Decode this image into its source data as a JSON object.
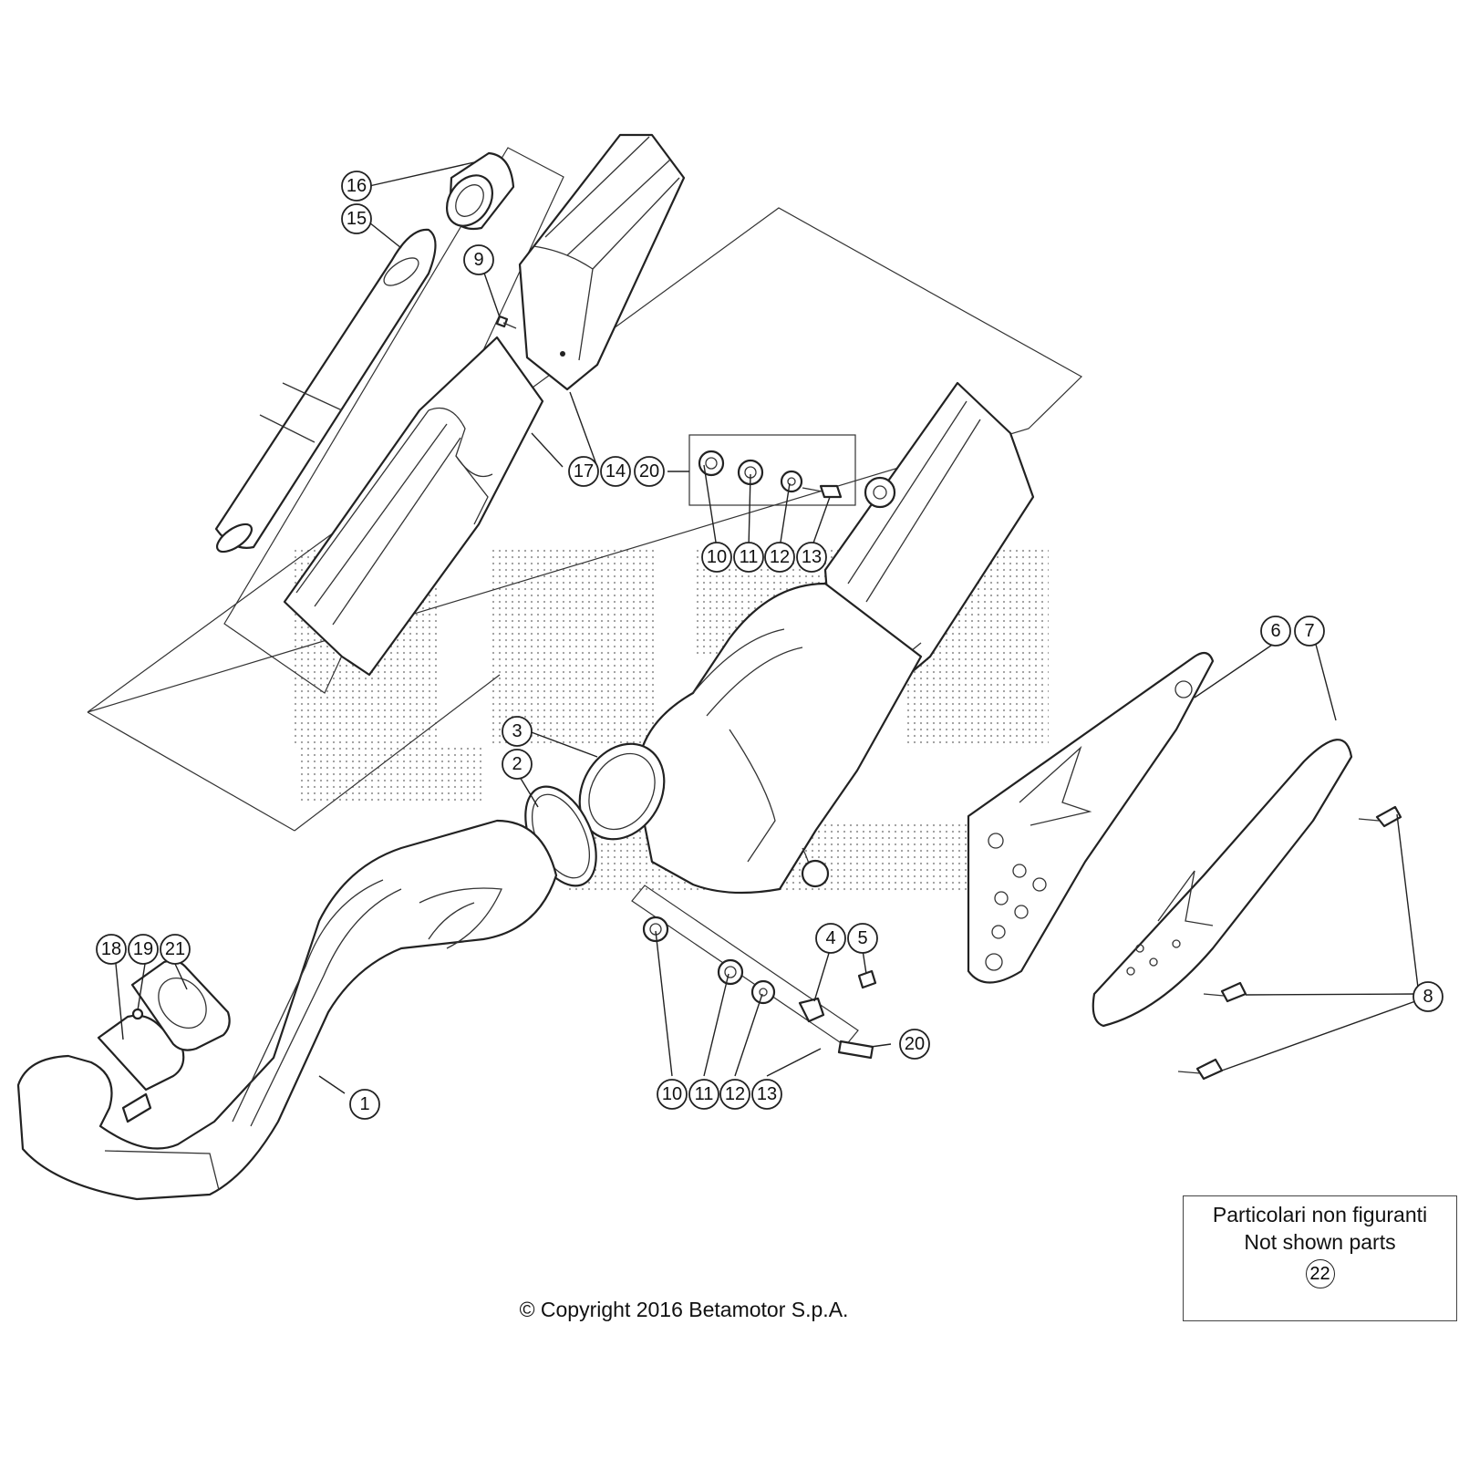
{
  "callouts": {
    "c16": "16",
    "c15": "15",
    "c9": "9",
    "c17": "17",
    "c14": "14",
    "c20a": "20",
    "c10a": "10",
    "c11a": "11",
    "c12a": "12",
    "c13a": "13",
    "c6": "6",
    "c7": "7",
    "c3": "3",
    "c2": "2",
    "c8": "8",
    "c4": "4",
    "c5": "5",
    "c20b": "20",
    "c10b": "10",
    "c11b": "11",
    "c12b": "12",
    "c13b": "13",
    "c18": "18",
    "c19": "19",
    "c21": "21",
    "c1": "1"
  },
  "not_shown_box": {
    "line1": "Particolari non figuranti",
    "line2": "Not shown parts",
    "part": "22"
  },
  "copyright": "© Copyright 2016 Betamotor S.p.A."
}
